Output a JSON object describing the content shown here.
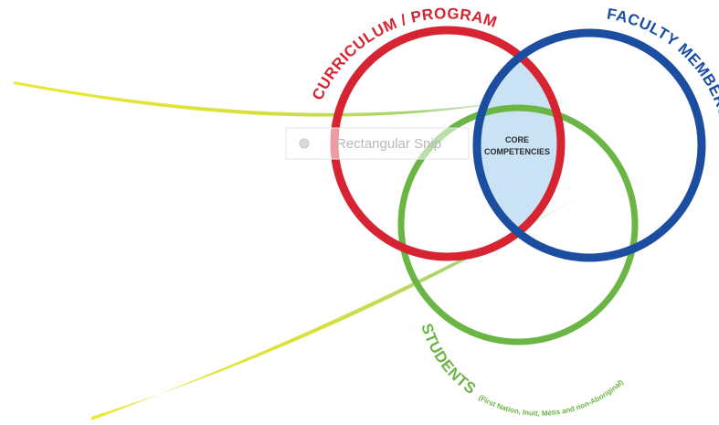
{
  "colors": {
    "curriculum": "#d62432",
    "faculty": "#1b4da0",
    "students": "#6ab544",
    "core_fill": "#c9e3f5",
    "swoosh_yellow": "#e8e61a",
    "swoosh_green": "#a6d374",
    "swoosh_blue": "#b9dde8"
  },
  "labels": {
    "curriculum": "CURRICULUM / PROGRAM",
    "faculty": "FACULTY MEMBERS",
    "students": "STUDENTS",
    "students_note": "(First Nation, Inuit, Métis and non-Aboriginal)",
    "core_line1": "CORE",
    "core_line2": "COMPETENCIES"
  },
  "overlay": {
    "snip_text": "Rectangular Snip",
    "snip_icon": "record-icon"
  }
}
